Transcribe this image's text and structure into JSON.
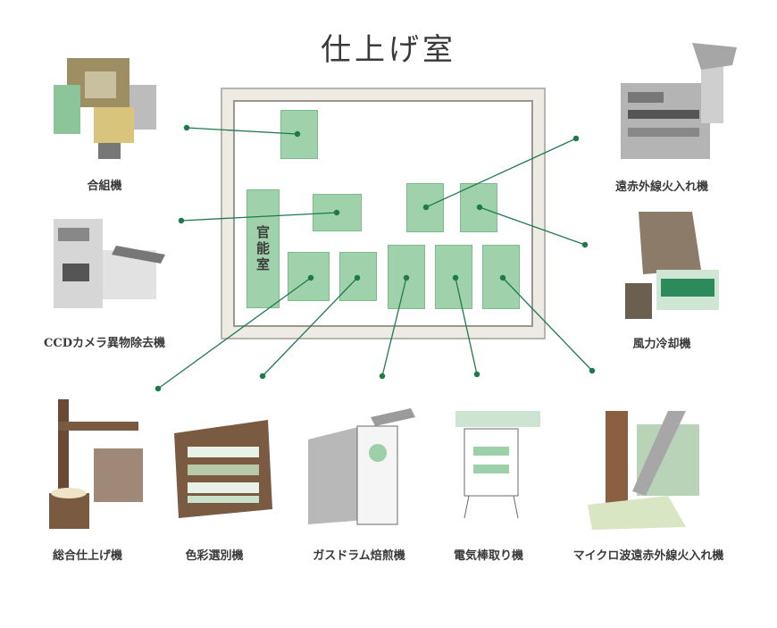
{
  "title": "仕上げ室",
  "room": {
    "label": "官能室"
  },
  "machines": {
    "gougumi": "合組機",
    "ccd": "CCDカメラ異物除去機",
    "enseki": "遠赤外線火入れ機",
    "fuuryoku": "風力冷却機",
    "sougou": "総合仕上げ機",
    "shikisai": "色彩選別機",
    "gasdrum": "ガスドラム焙煎機",
    "denki": "電気棒取り機",
    "microwave": "マイクロ波遠赤外線火入れ機"
  },
  "colors": {
    "accent": "#1f7a4a",
    "box": "#9fd2ab",
    "wall": "#9c978e"
  }
}
